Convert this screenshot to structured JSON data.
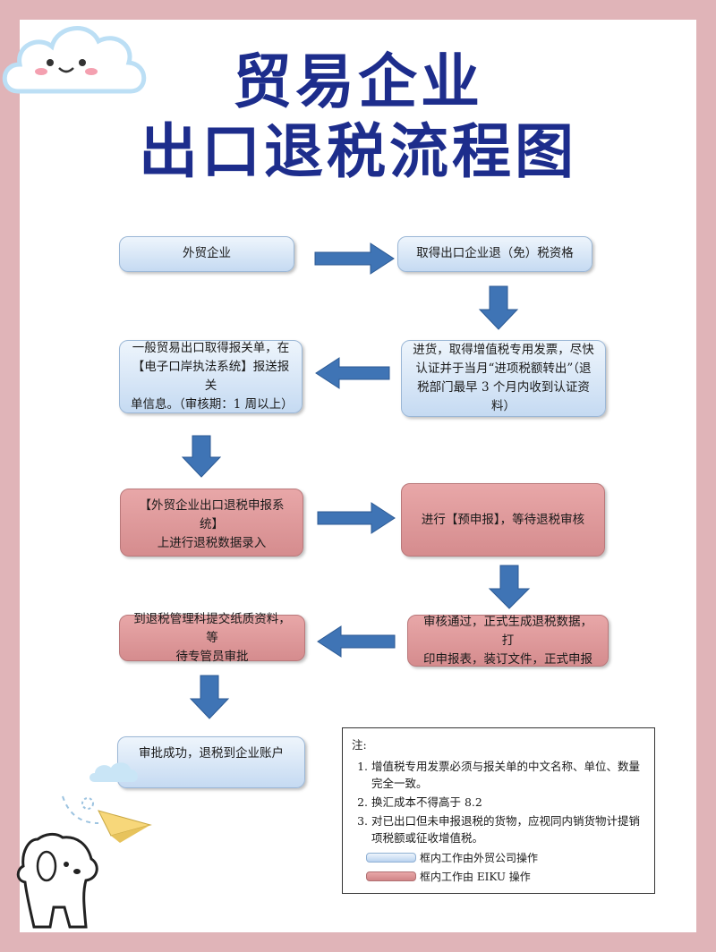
{
  "title": {
    "line1": "贸易企业",
    "line2": "出口退税流程图"
  },
  "steps": {
    "s1": "外贸企业",
    "s2": "取得出口企业退（免）税资格",
    "s3": "进货，取得增值税专用发票，尽快\n认证并于当月“进项税额转出”（退\n税部门最早 3 个月内收到认证资料）",
    "s4": "一般贸易出口取得报关单，在\n【电子口岸执法系统】报送报关\n单信息。（审核期：1 周以上）",
    "s5": "【外贸企业出口退税申报系统】\n上进行退税数据录入",
    "s6": "进行【预申报】，等待退税审核",
    "s7": "审核通过，正式生成退税数据，打\n印申报表，装订文件，正式申报",
    "s8": "到退税管理科提交纸质资料，等\n待专管员审批",
    "s9": "审批成功，退税到企业账户"
  },
  "notes": {
    "heading": "注:",
    "items": [
      "增值税专用发票必须与报关单的中文名称、单位、数量完全一致。",
      "换汇成本不得高于 8.2",
      "对已出口但未申报退税的货物，应视同内销货物计提销项税额或征收增值税。"
    ],
    "legend_blue": "框内工作由外贸公司操作",
    "legend_red": "框内工作由 EIKU 操作"
  },
  "colors": {
    "title": "#1d2d8c",
    "arrow": "#3f74b5",
    "blue_box": "#c5daf2",
    "red_box": "#d58c8e",
    "frame": "#e0b4b8"
  },
  "icons": [
    "cloud-face-icon",
    "small-cloud-icon",
    "paper-plane-icon",
    "dog-icon"
  ]
}
